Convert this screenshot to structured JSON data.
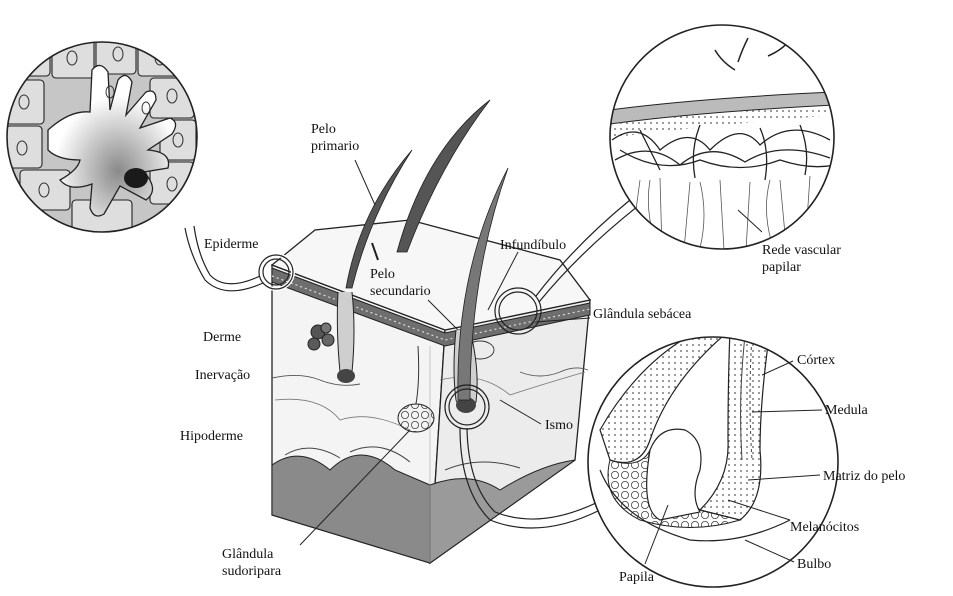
{
  "labels": {
    "pelo_primario": [
      "Pelo",
      "primario"
    ],
    "pelo_secundario": [
      "Pelo",
      "secundario"
    ],
    "epiderme": "Epiderme",
    "derme": "Derme",
    "inervacao": "Inervação",
    "hipoderme": "Hipoderme",
    "glandula_sudoripara": [
      "Glândula",
      "sudoripara"
    ],
    "infundibulo": "Infundíbulo",
    "glandula_sebacea": "Glândula sebácea",
    "ismo": "Ismo",
    "rede_vascular": [
      "Rede vascular",
      "papilar"
    ],
    "cortex": "Córtex",
    "medula": "Medula",
    "matriz": "Matriz do pelo",
    "melanocitos": "Melanócitos",
    "bulbo": "Bulbo",
    "papila": "Papila"
  },
  "colors": {
    "line": "#222222",
    "skin_block": "#eeeeee",
    "hypoderm_shade": "#8a8a8a",
    "epidermis_band": "#6e6e6e",
    "cell_bg": "#f2f2f2",
    "cell_dark": "#555555"
  }
}
